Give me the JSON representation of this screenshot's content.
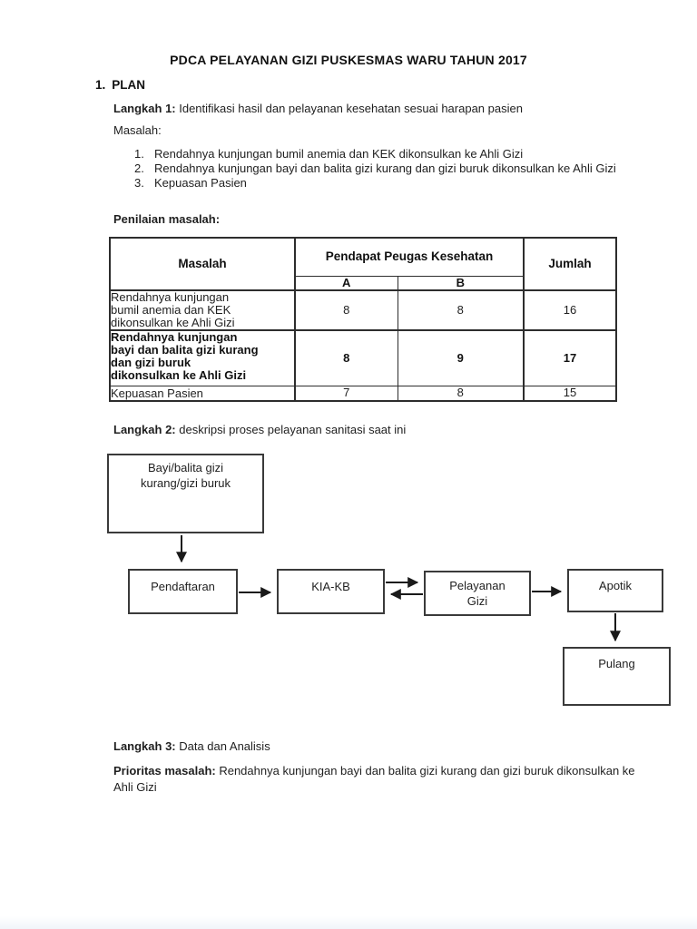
{
  "colors": {
    "page_bg": "#ffffff",
    "text": "#1f1f1f",
    "border": "#2d2d2d"
  },
  "doc": {
    "title": "PDCA PELAYANAN GIZI PUSKESMAS WARU TAHUN 2017",
    "plan": {
      "number": "1.",
      "heading": "PLAN"
    },
    "langkah1": {
      "label": "Langkah 1:",
      "text": " Identifikasi hasil dan pelayanan kesehatan sesuai harapan pasien"
    },
    "masalah_label": "Masalah:",
    "problems": [
      {
        "num": "1.",
        "text": "Rendahnya kunjungan bumil anemia dan KEK dikonsulkan ke Ahli Gizi"
      },
      {
        "num": "2.",
        "text": "Rendahnya kunjungan bayi dan balita gizi kurang dan gizi buruk dikonsulkan ke Ahli Gizi"
      },
      {
        "num": "3.",
        "text": "Kepuasan Pasien"
      }
    ],
    "penilaian_label": "Penilaian masalah:",
    "table": {
      "header": {
        "masalah": "Masalah",
        "pendapat": "Pendapat Peugas Kesehatan",
        "a": "A",
        "b": "B",
        "jumlah": "Jumlah"
      },
      "rows": [
        {
          "masalah": "Rendahnya kunjungan\nbumil anemia dan KEK\ndikonsulkan ke Ahli Gizi",
          "a": "8",
          "b": "8",
          "jumlah": "16"
        },
        {
          "masalah": "Rendahnya kunjungan\nbayi dan balita gizi kurang\ndan gizi buruk\ndikonsulkan ke Ahli Gizi",
          "a": "8",
          "b": "9",
          "jumlah": "17"
        },
        {
          "masalah": "Kepuasan Pasien",
          "a": "7",
          "b": "8",
          "jumlah": "15"
        }
      ]
    },
    "langkah2": {
      "label": "Langkah 2:",
      "text": " deskripsi proses pelayanan sanitasi saat ini"
    },
    "flowchart": {
      "box_bayi_balita": "Bayi/balita gizi\nkurang/gizi buruk",
      "box_pendaftaran": "Pendaftaran",
      "box_kia_kb": "KIA-KB",
      "box_pelayanan_gizi": "Pelayanan\nGizi",
      "box_apotik": "Apotik",
      "box_pulang": "Pulang"
    },
    "langkah3": {
      "label": "Langkah 3:",
      "text": " Data dan Analisis"
    },
    "prioritas": {
      "label": "Prioritas masalah:",
      "text": " Rendahnya kunjungan bayi dan balita gizi kurang dan gizi buruk dikonsulkan ke Ahli Gizi"
    }
  }
}
